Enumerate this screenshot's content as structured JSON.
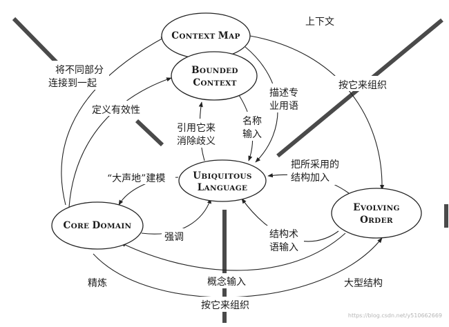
{
  "nodes": {
    "context_map": "Context Map",
    "bounded_context": [
      "Bounded",
      "Context"
    ],
    "ubiquitous_language": [
      "Ubiquitous",
      "Language"
    ],
    "core_domain": "Core Domain",
    "evolving_order": [
      "Evolving",
      "Order"
    ]
  },
  "edges": {
    "connect_parts": [
      "将不同部分",
      "连接到一起"
    ],
    "define_validity": "定义有效性",
    "reference_disambiguate": [
      "引用它来",
      "消除歧义"
    ],
    "describe_terms": [
      "描述专",
      "业用语"
    ],
    "name_input": [
      "名称",
      "输入"
    ],
    "organize_by_it_top": "按它来组织",
    "big_voice_model": "“大声地”建模",
    "adopted_structure": [
      "把所采用的",
      "结构加入"
    ],
    "emphasize": "强调",
    "structure_terms": [
      "结构术",
      "语输入"
    ],
    "concept_input": "概念输入",
    "organize_by_it_bottom": "按它来组织"
  },
  "corners": {
    "context": "上下文",
    "refine": "精炼",
    "large_structure": "大型结构"
  },
  "watermark": "https://blog.csdn.net/y510662669"
}
